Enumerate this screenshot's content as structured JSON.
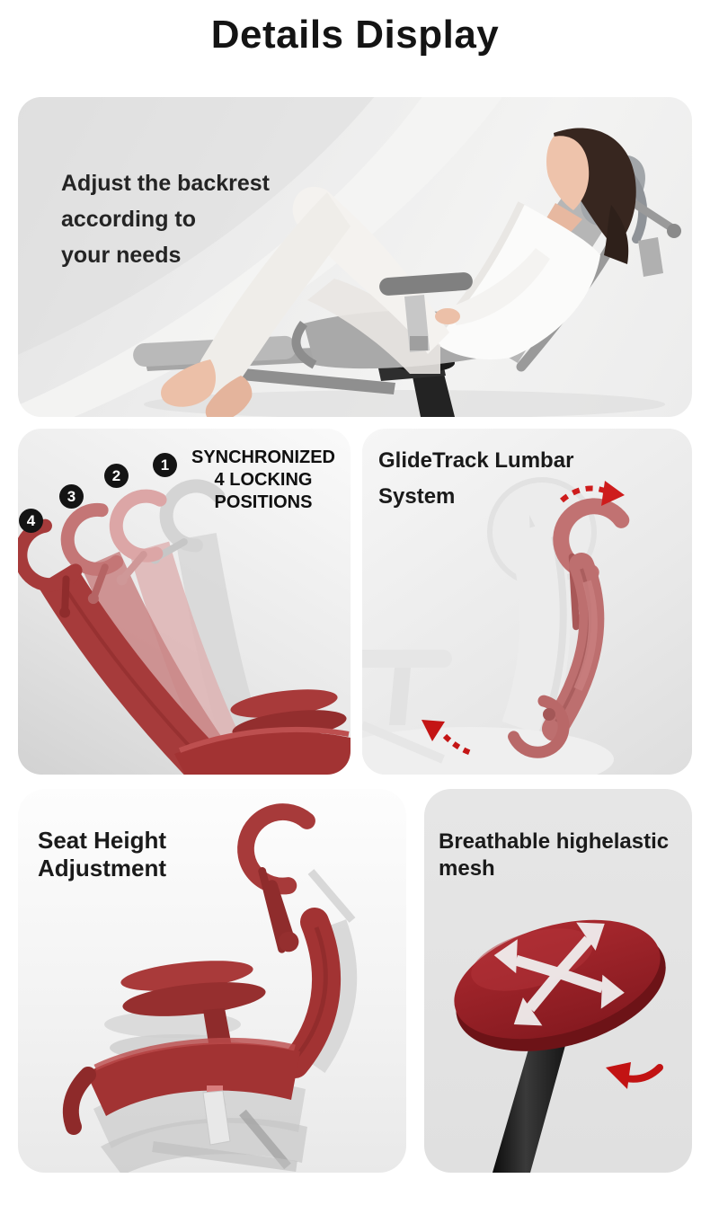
{
  "page": {
    "title": "Details Display"
  },
  "sections": {
    "backrest": {
      "caption_lines": [
        "Adjust the backrest",
        "according to",
        "your needs"
      ]
    },
    "locking": {
      "caption_lines": [
        "SYNCHRONIZED",
        "4 LOCKING",
        "POSITIONS"
      ],
      "badges": [
        "1",
        "2",
        "3",
        "4"
      ]
    },
    "lumbar": {
      "caption_lines": [
        "GlideTrack Lumbar",
        "System"
      ]
    },
    "seat_height": {
      "caption_lines": [
        "Seat Height",
        "Adjustment"
      ]
    },
    "mesh": {
      "caption_lines": [
        "Breathable highelastic",
        "mesh"
      ]
    }
  },
  "icons": {
    "rotate_clockwise_dashed_arrow": "⤵",
    "rotate_counterclockwise_dashed_arrow": "⤴",
    "four_way_stretch_arrows": "✥",
    "rotate_left_arrow": "↶"
  },
  "colors": {
    "page_background": "#ffffff",
    "panel_gray_light": "#f2f2f2",
    "panel_gray_dark": "#e2e2e2",
    "heading_text": "#141414",
    "caption_text": "#1f1f1f",
    "badge_background": "#141414",
    "badge_text": "#ffffff",
    "chair_red": "#a23333",
    "chair_red_dark": "#8e2b2b",
    "chair_rose": "#c17272",
    "ghost_gray": "#d6d6d6",
    "arrow_red": "#ce1c1c",
    "armrest_pad_red": "#8e2026",
    "chair_gray": "#a9a9a9"
  }
}
